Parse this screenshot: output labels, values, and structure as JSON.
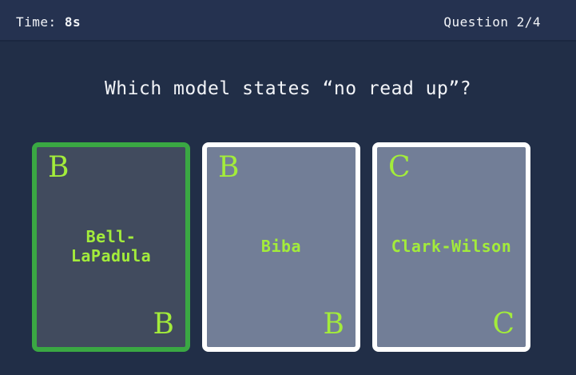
{
  "header": {
    "time_label": "Time:",
    "time_value": "8s",
    "question_counter": "Question 2/4"
  },
  "question": "Which model states “no read up”?",
  "cards": [
    {
      "letter": "B",
      "label": "Bell-LaPadula",
      "state": "correct"
    },
    {
      "letter": "B",
      "label": "Biba",
      "state": "default"
    },
    {
      "letter": "C",
      "label": "Clark-Wilson",
      "state": "default"
    }
  ],
  "colors": {
    "background": "#212e47",
    "header_background": "#253250",
    "card_default_background": "#727e97",
    "card_selected_background": "#414b5e",
    "card_selected_border": "#3aa843",
    "card_default_border": "#ffffff",
    "accent_text": "#a3ec3b",
    "primary_text": "#f2f4f8"
  }
}
